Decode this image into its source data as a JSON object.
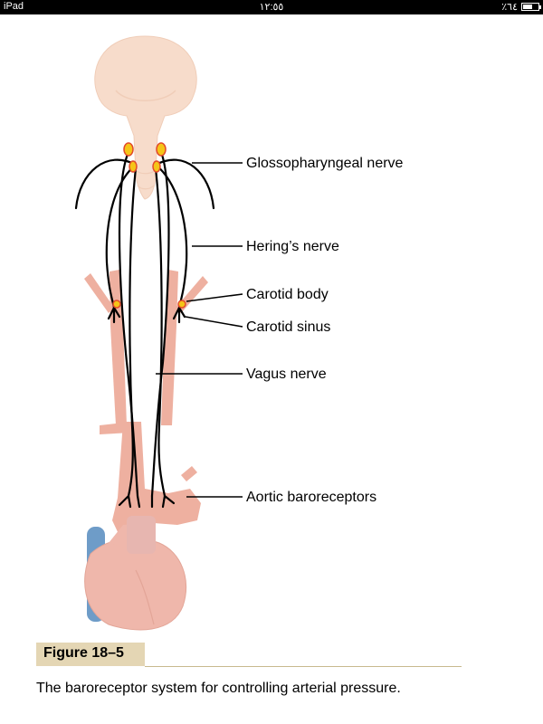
{
  "status_bar": {
    "device": "iPad",
    "time": "١٢:٥٥",
    "battery": "٪٦٤",
    "battery_level": 0.64
  },
  "diagram": {
    "labels": {
      "glossopharyngeal": "Glossopharyngeal nerve",
      "herings": "Hering’s nerve",
      "carotid_body": "Carotid body",
      "carotid_sinus": "Carotid sinus",
      "vagus": "Vagus nerve",
      "aortic": "Aortic baroreceptors"
    },
    "colors": {
      "brain": "#f7dccb",
      "artery": "#eeb0a0",
      "heart": "#efb7ab",
      "vein": "#6e9cc8",
      "receptor_fill": "#f5c518",
      "receptor_ring": "#e24a2a",
      "nerve": "#000000"
    }
  },
  "figure": {
    "number": "Figure 18–5",
    "caption": "The baroreceptor system for controlling arterial pressure."
  }
}
